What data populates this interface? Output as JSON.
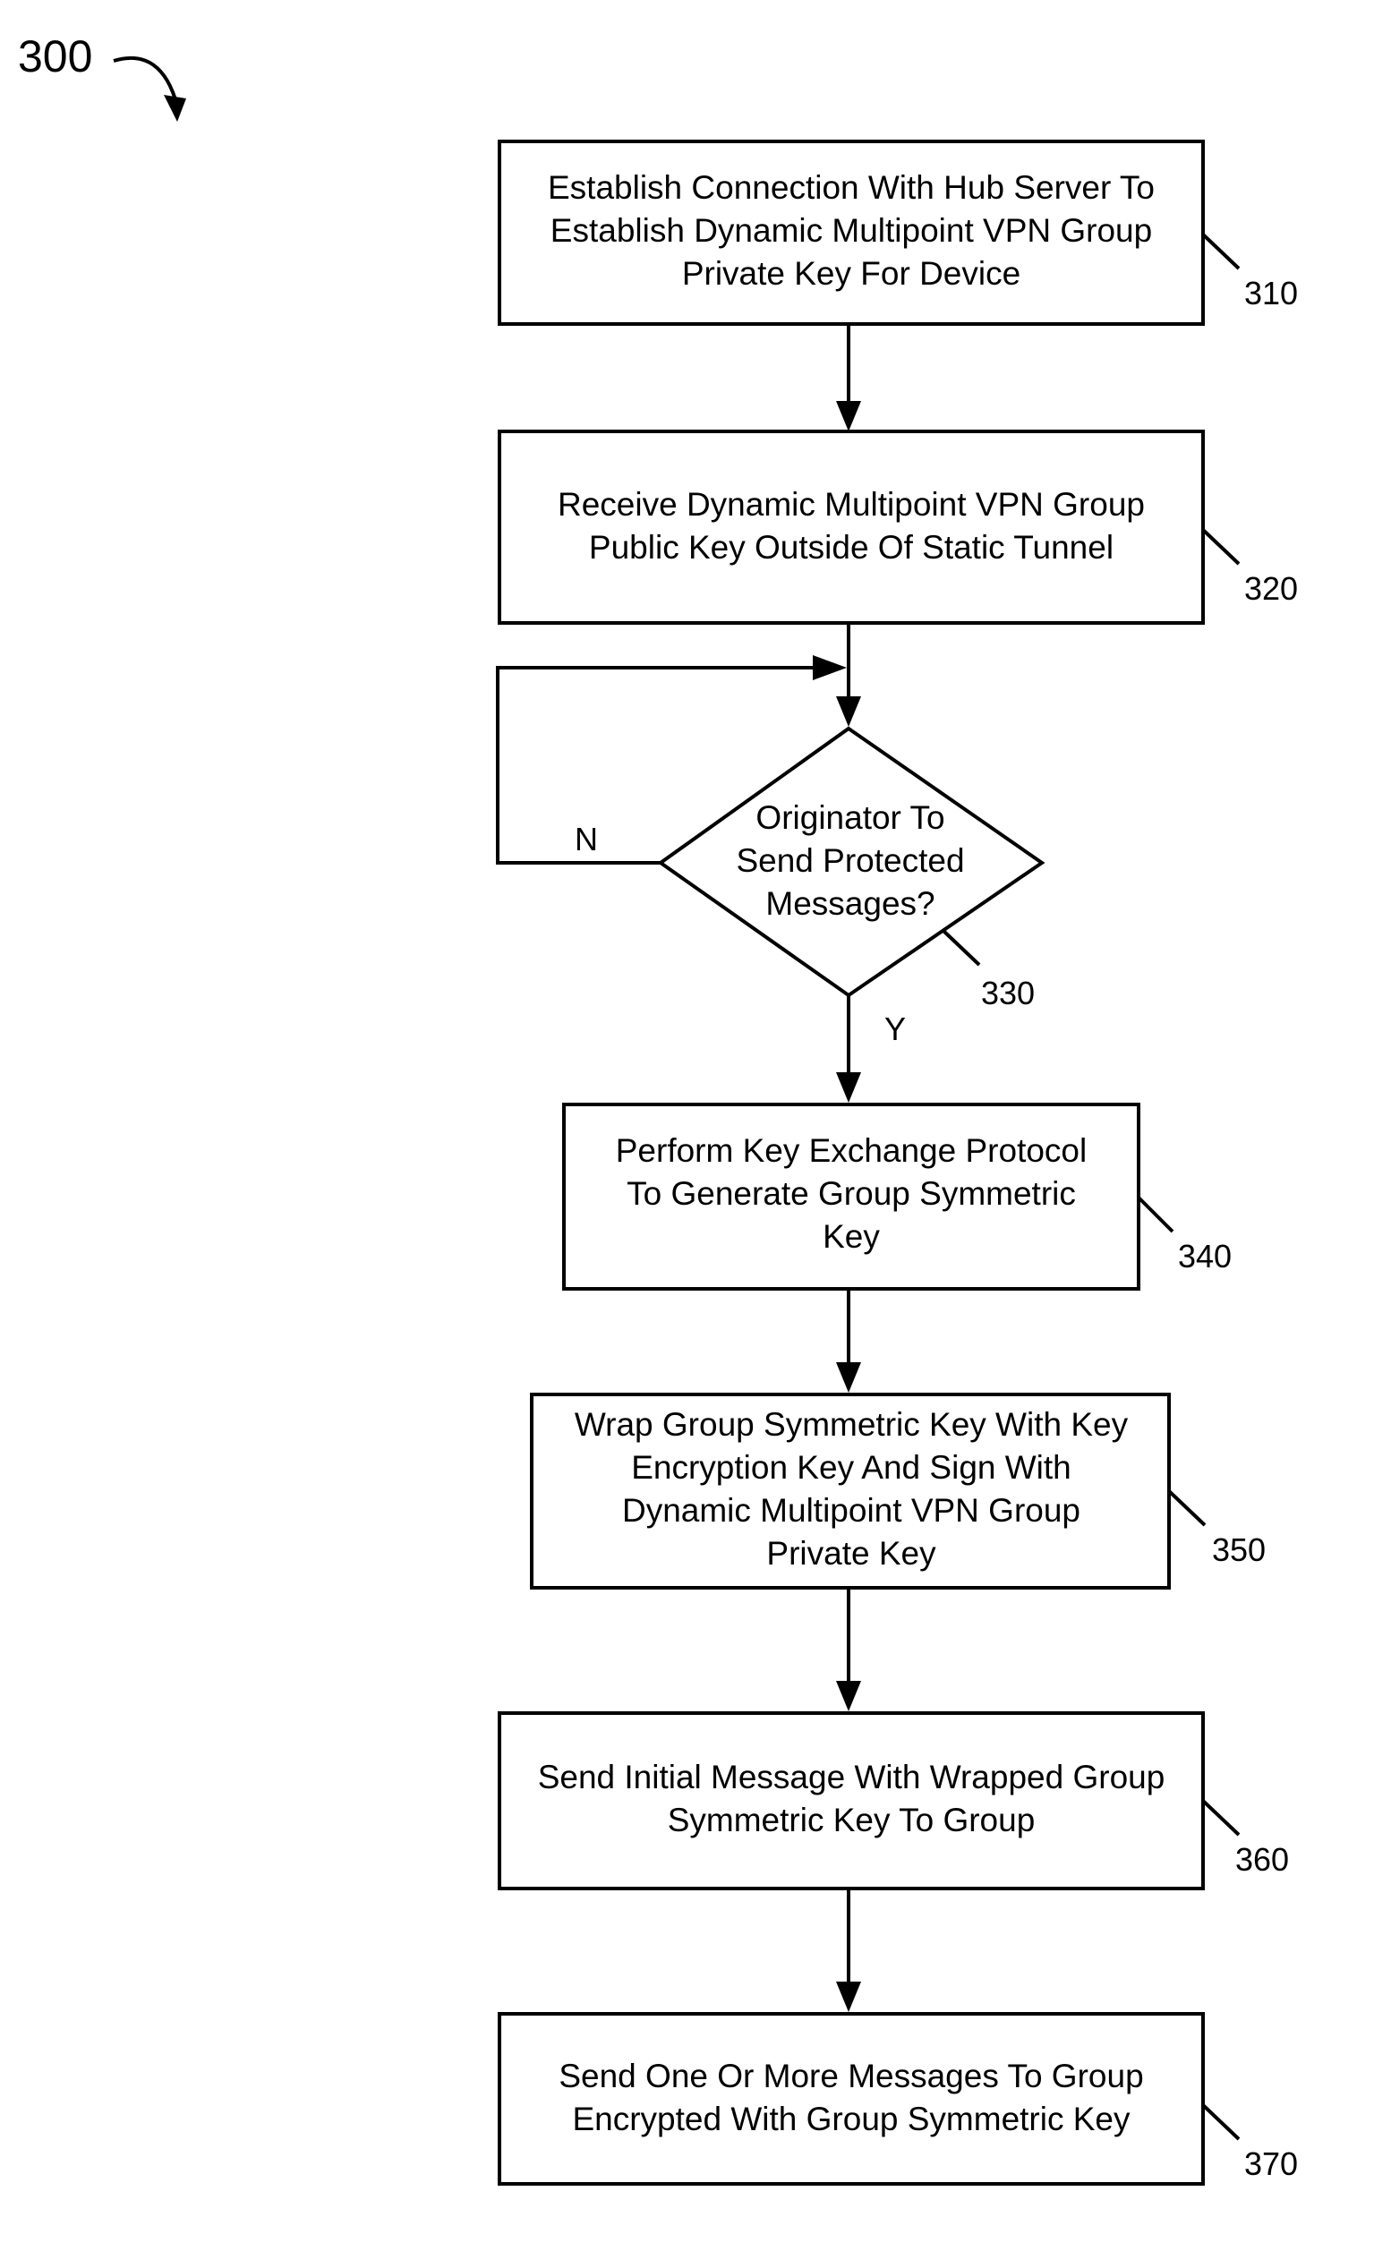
{
  "figure": {
    "number": "300"
  },
  "steps": [
    {
      "id": "310",
      "ref": "310",
      "lines": [
        "Establish Connection With Hub Server To",
        "Establish Dynamic Multipoint VPN Group",
        "Private Key For Device"
      ]
    },
    {
      "id": "320",
      "ref": "320",
      "lines": [
        "Receive Dynamic Multipoint VPN Group",
        "Public Key Outside Of Static Tunnel"
      ]
    },
    {
      "id": "330",
      "ref": "330",
      "lines": [
        "Originator To",
        "Send Protected",
        "Messages?"
      ]
    },
    {
      "id": "340",
      "ref": "340",
      "lines": [
        "Perform Key Exchange Protocol",
        "To Generate Group Symmetric",
        "Key"
      ]
    },
    {
      "id": "350",
      "ref": "350",
      "lines": [
        "Wrap Group Symmetric Key With Key",
        "Encryption Key And Sign With",
        "Dynamic Multipoint VPN Group",
        "Private Key"
      ]
    },
    {
      "id": "360",
      "ref": "360",
      "lines": [
        "Send Initial Message With Wrapped Group",
        "Symmetric Key To Group"
      ]
    },
    {
      "id": "370",
      "ref": "370",
      "lines": [
        "Send One Or More Messages To Group",
        "Encrypted With Group Symmetric Key"
      ]
    }
  ],
  "decision": {
    "no_label": "N",
    "yes_label": "Y"
  }
}
